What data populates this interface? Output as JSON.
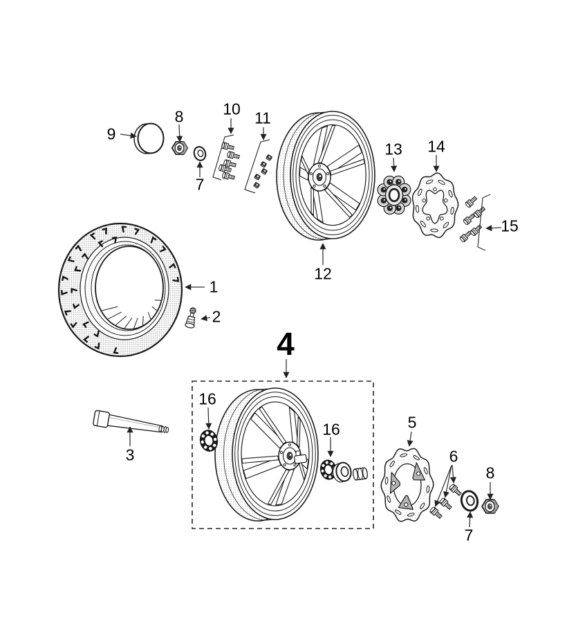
{
  "colors": {
    "ink": "#1a1a1a",
    "arrow": "#333333",
    "stipple": "#969696",
    "carrier": "#b4b4b4",
    "metal_light": "#e6e6e6",
    "metal_dark": "#3a3a3a",
    "background": "#ffffff"
  },
  "callouts": {
    "c1": {
      "num": "1",
      "part": "tire"
    },
    "c2": {
      "num": "2",
      "part": "valve-stem"
    },
    "c3": {
      "num": "3",
      "part": "axle-shaft"
    },
    "c4": {
      "num": "4",
      "part": "wheel-assembly-box"
    },
    "c5": {
      "num": "5",
      "part": "front-brake-disc"
    },
    "c6": {
      "num": "6",
      "part": "disc-screws"
    },
    "c7a": {
      "num": "7",
      "part": "washer"
    },
    "c7b": {
      "num": "7",
      "part": "washer"
    },
    "c8a": {
      "num": "8",
      "part": "axle-nut"
    },
    "c8b": {
      "num": "8",
      "part": "axle-nut"
    },
    "c9": {
      "num": "9",
      "part": "hub-cap"
    },
    "c10": {
      "num": "10",
      "part": "screw-set"
    },
    "c11": {
      "num": "11",
      "part": "nut-set"
    },
    "c12": {
      "num": "12",
      "part": "rear-wheel-rim"
    },
    "c13": {
      "num": "13",
      "part": "coupling-hub"
    },
    "c14": {
      "num": "14",
      "part": "rear-brake-disc"
    },
    "c15": {
      "num": "15",
      "part": "disc-screw-set"
    },
    "c16a": {
      "num": "16",
      "part": "bearing"
    },
    "c16b": {
      "num": "16",
      "part": "bearing"
    }
  }
}
